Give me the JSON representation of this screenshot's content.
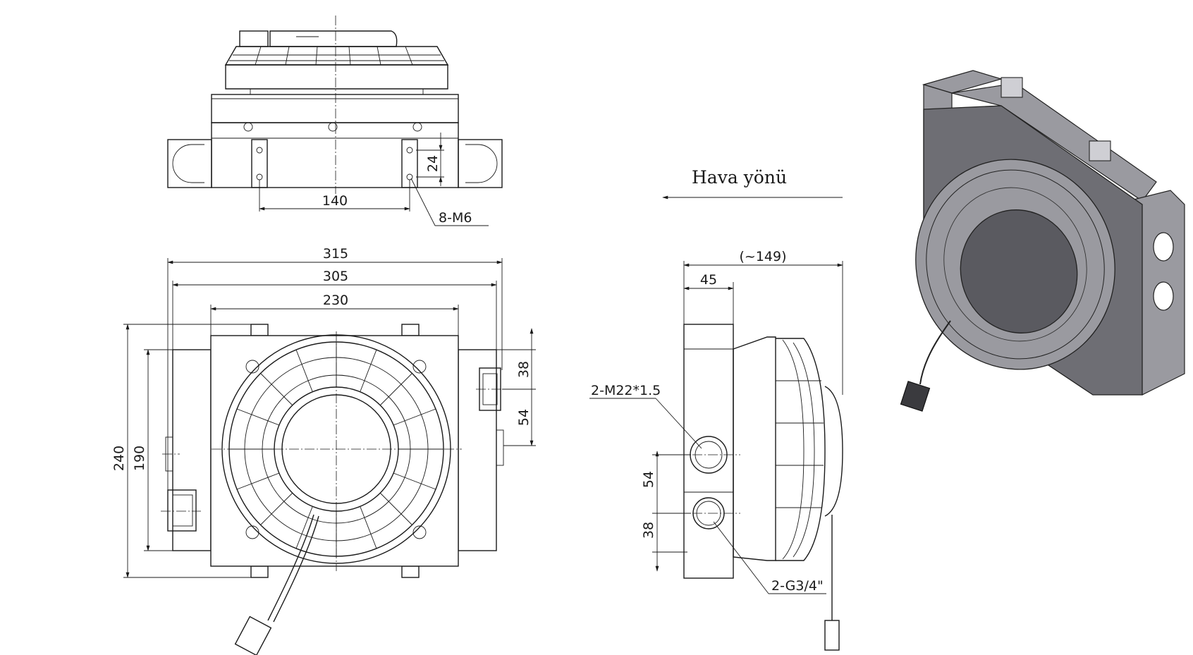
{
  "air_direction_label": "Hava yönü",
  "top_view": {
    "dim_hole_spacing": "140",
    "dim_vertical": "24",
    "callout_holes": "8-M6"
  },
  "front_view": {
    "dim_overall_width": "315",
    "dim_core_width": "305",
    "dim_fan_plate": "230",
    "dim_overall_height": "240",
    "dim_core_height": "190",
    "dim_port_a": "38",
    "dim_port_b": "54"
  },
  "side_view": {
    "dim_depth": "(~149)",
    "dim_core_depth": "45",
    "callout_thread": "2-M22*1.5",
    "callout_port": "2-G3/4\"",
    "dim_port_spacing": "54",
    "dim_port_offset": "38"
  },
  "iso_view": {
    "body_color": "#6e6e74",
    "tank_color": "#9a9aa0",
    "fan_color": "#5a5a60"
  }
}
